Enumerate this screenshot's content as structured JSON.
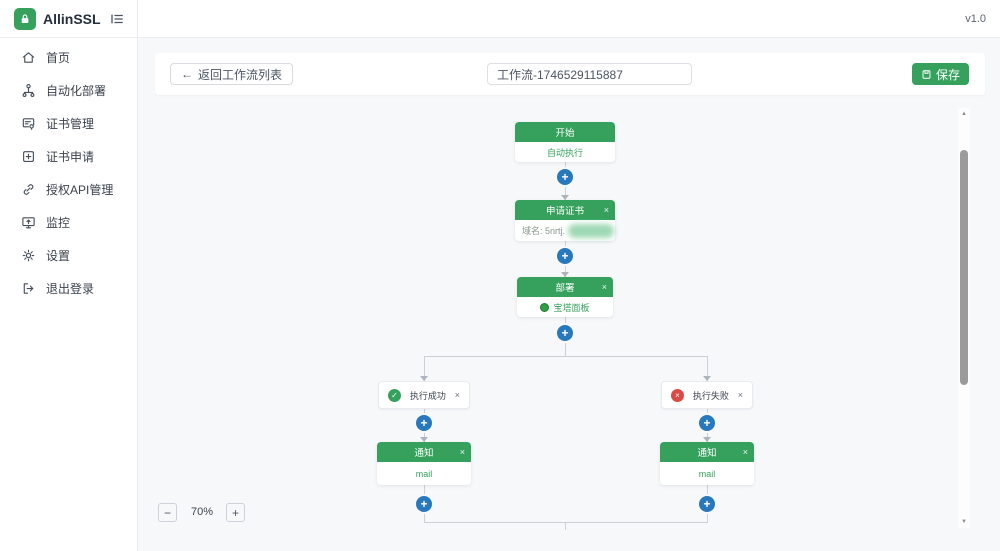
{
  "colors": {
    "green": "#35a15d",
    "blue": "#2878bd",
    "red": "#dc4a45"
  },
  "app": {
    "name": "AllinSSL",
    "version": "v1.0"
  },
  "sidebar": {
    "items": [
      {
        "label": "首页",
        "icon": "home-icon"
      },
      {
        "label": "自动化部署",
        "icon": "automation-icon"
      },
      {
        "label": "证书管理",
        "icon": "certificate-icon"
      },
      {
        "label": "证书申请",
        "icon": "plus-square-icon"
      },
      {
        "label": "授权API管理",
        "icon": "link-icon"
      },
      {
        "label": "监控",
        "icon": "monitor-icon"
      },
      {
        "label": "设置",
        "icon": "gear-icon"
      },
      {
        "label": "退出登录",
        "icon": "logout-icon"
      }
    ]
  },
  "toolbar": {
    "back_label": "返回工作流列表",
    "workflow_name": "工作流-1746529115887",
    "save_label": "保存"
  },
  "icons": {
    "back_arrow": "←",
    "close": "×",
    "plus": "+",
    "minus": "−",
    "check": "✓",
    "cross": "×",
    "scroll_up": "▲",
    "scroll_down": "▼"
  },
  "workflow": {
    "start": {
      "title": "开始",
      "body": "自动执行"
    },
    "apply_cert": {
      "title": "申请证书",
      "domain_label": "域名: 5nrtj."
    },
    "deploy": {
      "title": "部署",
      "provider": "宝塔面板"
    },
    "on_success": {
      "label": "执行成功"
    },
    "on_fail": {
      "label": "执行失败"
    },
    "notify_success": {
      "title": "通知",
      "channel": "mail"
    },
    "notify_fail": {
      "title": "通知",
      "channel": "mail"
    }
  },
  "canvas": {
    "zoom_percent": "70%"
  }
}
